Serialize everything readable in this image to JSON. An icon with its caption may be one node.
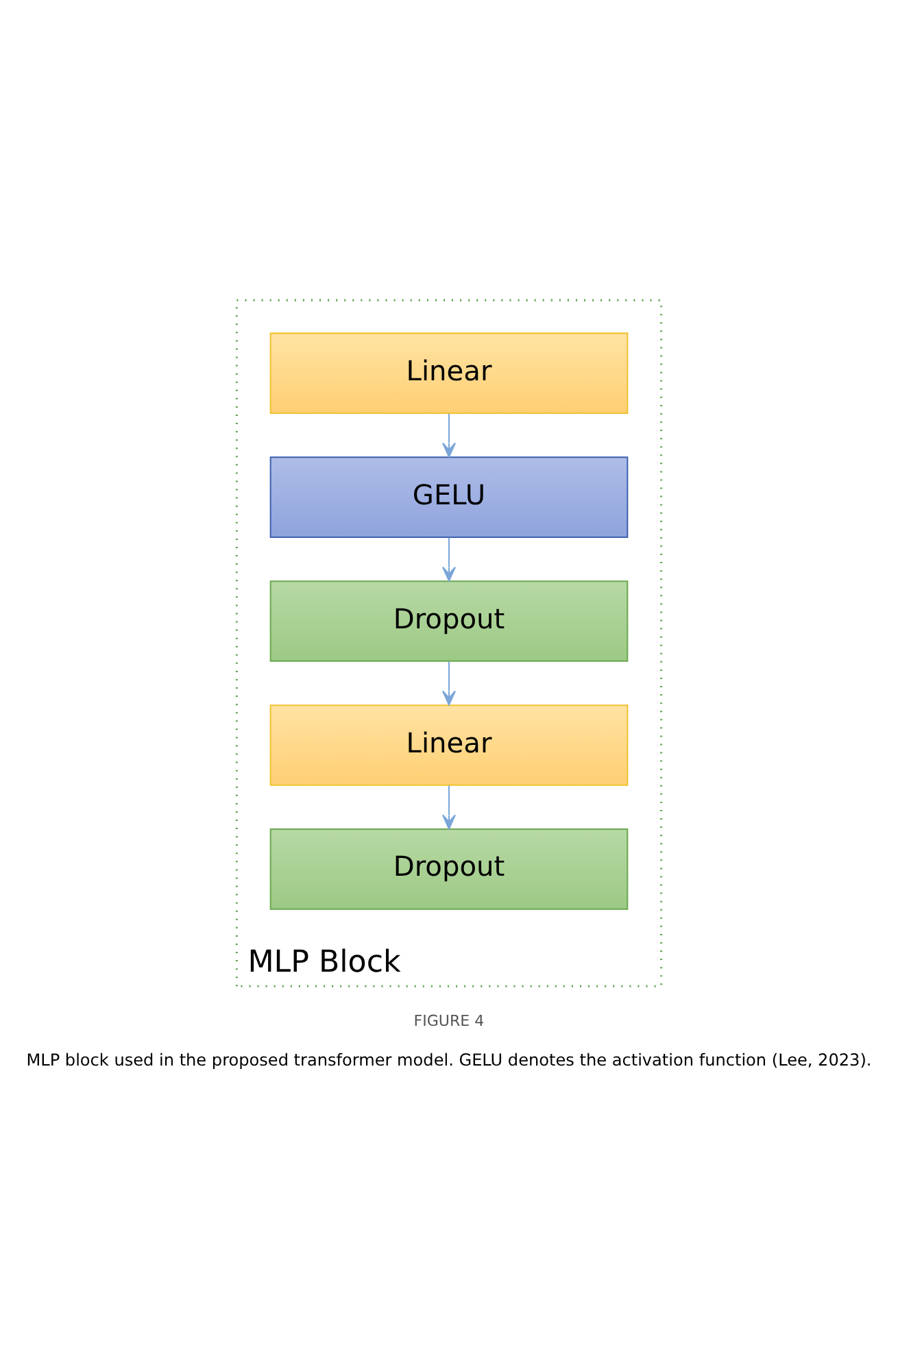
{
  "diagram": {
    "caption": "MLP block used in the proposed transformer model. GELU denotes the activation function (Lee, 2023).",
    "nodes": [
      {
        "text": [
          "MLP Block"
        ]
      },
      {
        "text": [
          "Linear"
        ],
        "in": 0
      },
      {
        "text": [
          "GELU"
        ],
        "in": 0
      },
      {
        "text": [
          "Dropout"
        ],
        "in": 0
      },
      {
        "text": [
          "Linear"
        ],
        "in": 0
      },
      {
        "text": [
          "Dropout"
        ],
        "in": 0
      }
    ],
    "edges": [
      {
        "from": 1,
        "to": 2,
        "arrow": "to"
      },
      {
        "from": 2,
        "to": 3,
        "arrow": "to"
      },
      {
        "from": 3,
        "to": 4,
        "arrow": "to"
      },
      {
        "from": 4,
        "to": 5,
        "arrow": "to"
      }
    ],
    "labels": [
      "FIGURE 4"
    ]
  }
}
